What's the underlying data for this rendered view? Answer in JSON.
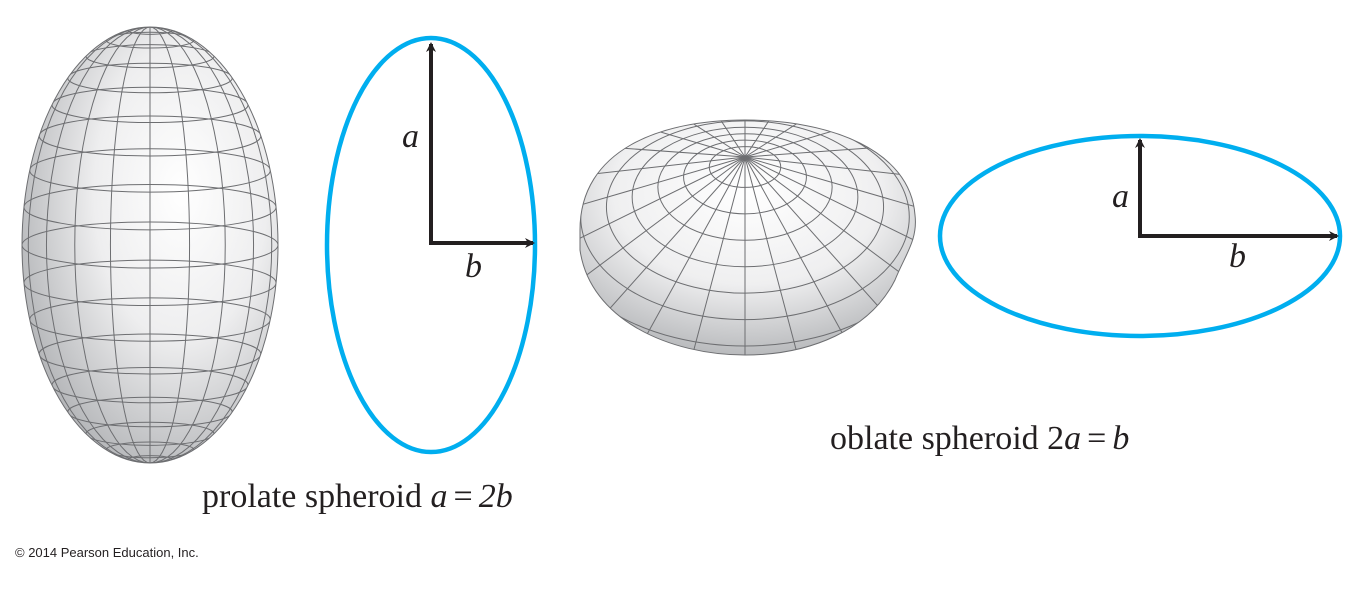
{
  "colors": {
    "ellipse_outline": "#00aeef",
    "arrow": "#231f20",
    "text": "#231f20",
    "mesh_line": "#6d6e71",
    "surface_light": "#ffffff",
    "surface_shade": "#a7a9ac"
  },
  "prolate": {
    "caption_prefix": "prolate spheroid",
    "caption_lhs": "a",
    "caption_op": "=",
    "caption_rhs": "2b",
    "axis_a_label": "a",
    "axis_b_label": "b"
  },
  "oblate": {
    "caption_prefix": "oblate spheroid",
    "caption_lhs_coef": "2",
    "caption_lhs_var": "a",
    "caption_op": "=",
    "caption_rhs": "b",
    "axis_a_label": "a",
    "axis_b_label": "b"
  },
  "copyright": "© 2014 Pearson Education, Inc."
}
